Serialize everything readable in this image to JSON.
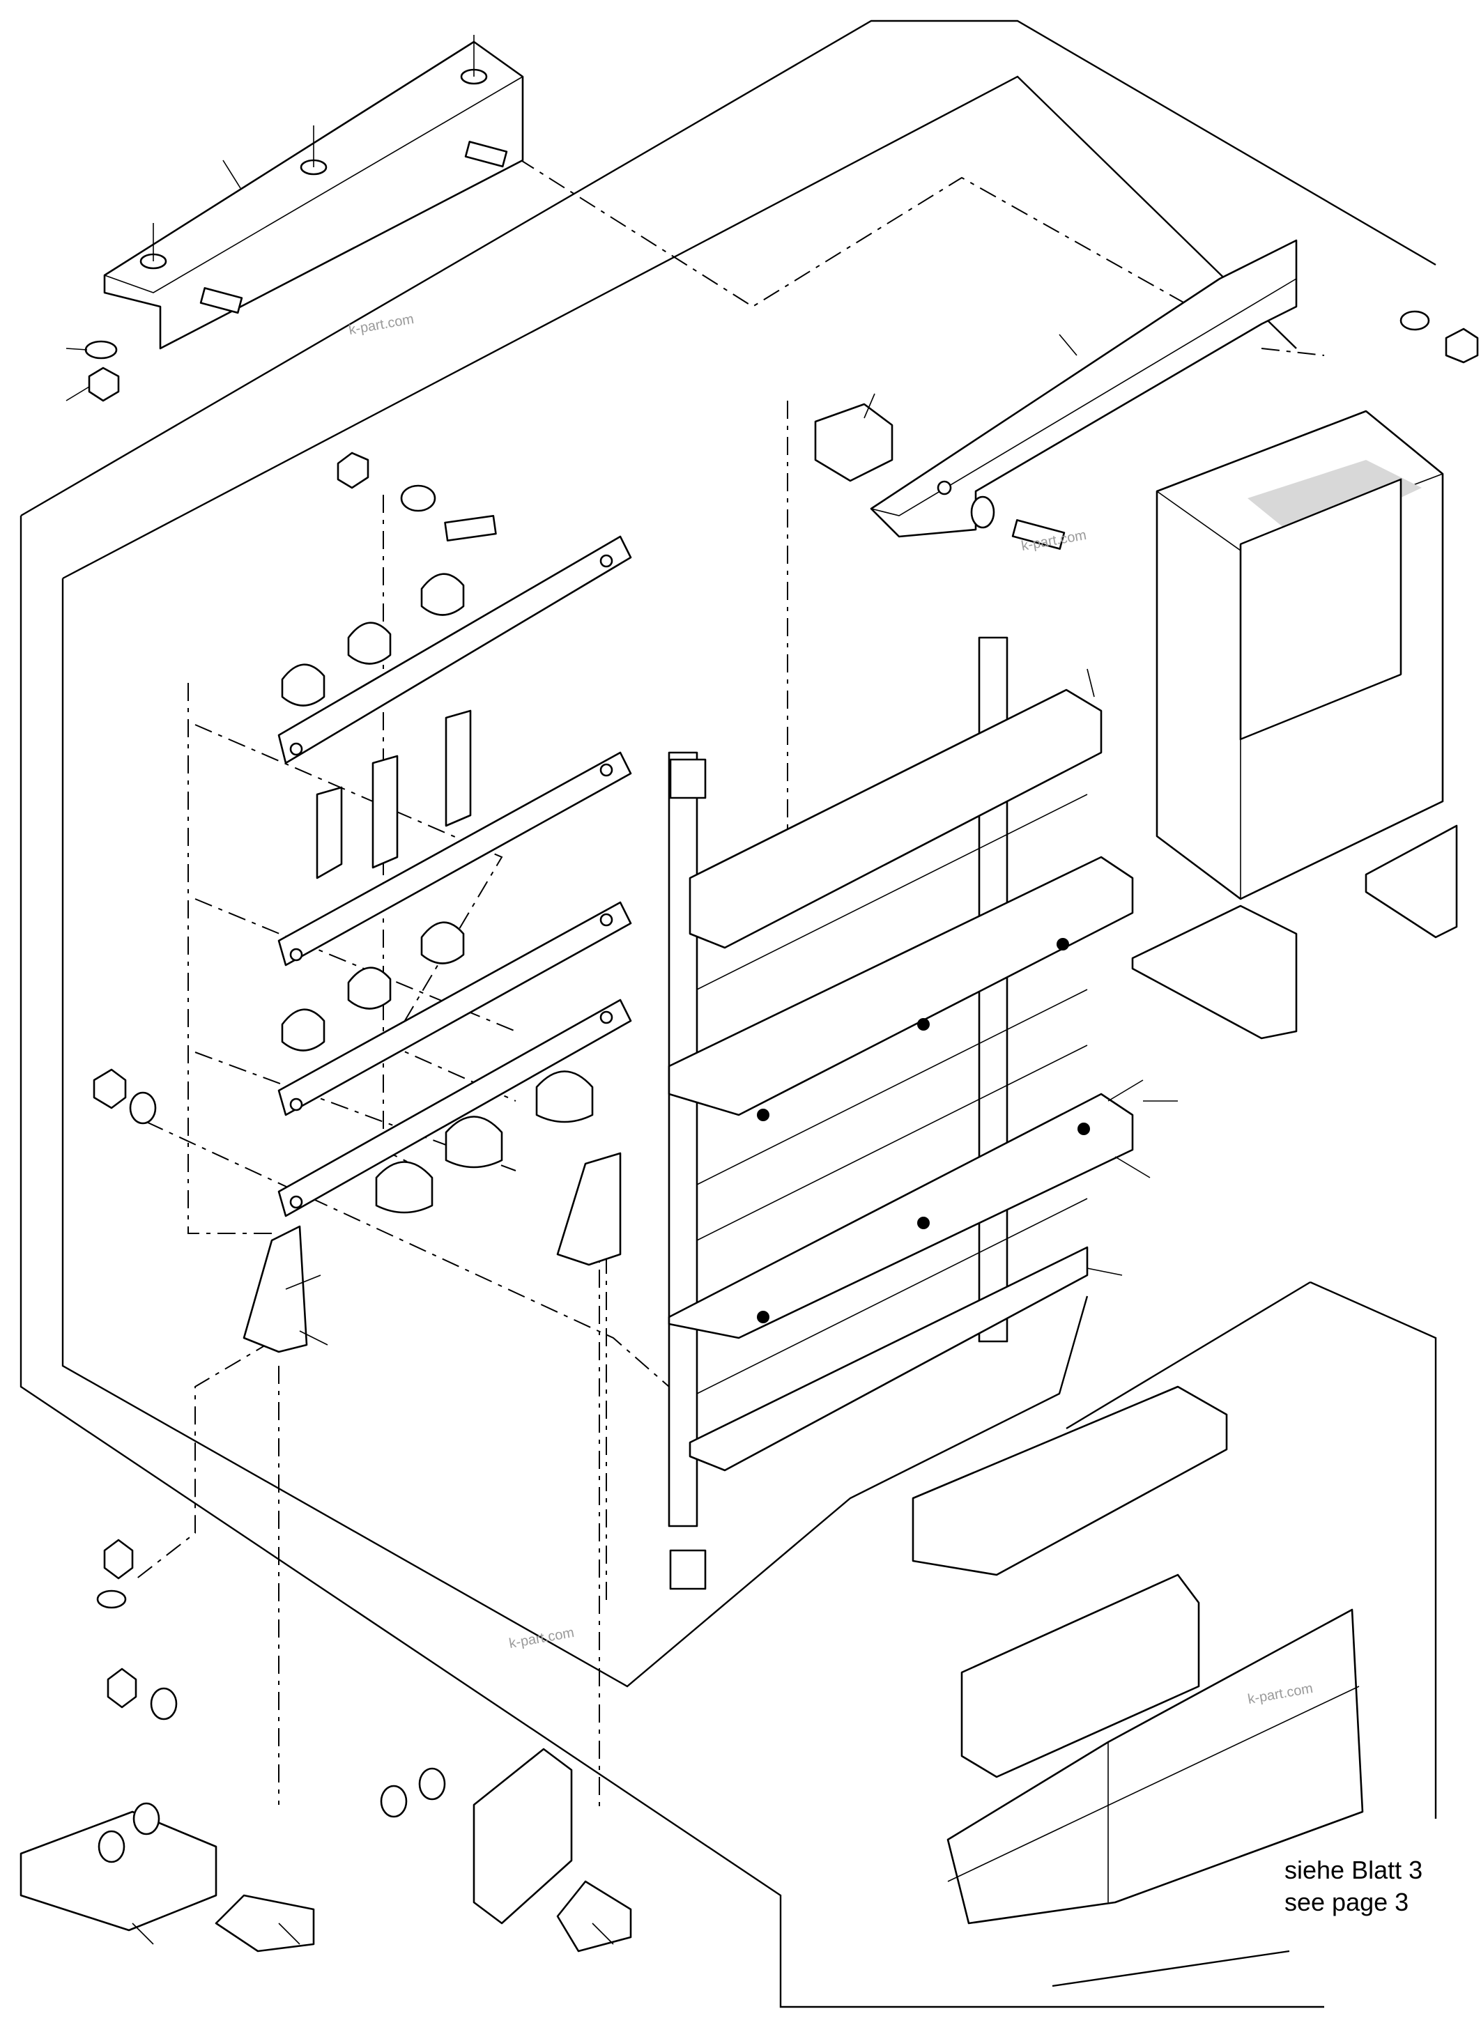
{
  "reference_note": {
    "line_de": "siehe Blatt 3",
    "line_en": "see page 3"
  },
  "watermarks": [
    "k-part.com",
    "k-part.com",
    "k-part.com",
    "k-part.com"
  ]
}
